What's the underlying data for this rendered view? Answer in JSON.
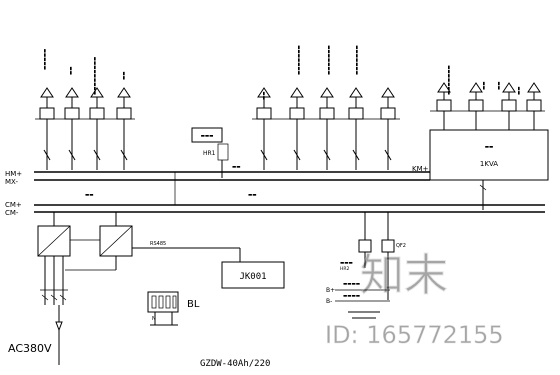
{
  "buses": {
    "hm_label": "HM+",
    "mx_label": "MX-",
    "km_label": "KM+",
    "cm_plus_label": "CM+",
    "cm_minus_label": "CM-"
  },
  "controller": {
    "label": "JK001",
    "rs485_label": "RS485"
  },
  "sensor_block": {
    "label": "BL"
  },
  "inverter": {
    "rating": "1KVA"
  },
  "power_input": {
    "label": "AC380V"
  },
  "model": {
    "label": "GZDW-40Ah/220"
  },
  "relay": {
    "label": "HR1",
    "qf_label": "QF2",
    "b_plus": "B+",
    "b_minus": "B-"
  },
  "watermark": {
    "logo_text": "知末",
    "id_text": "ID: 165772155"
  }
}
